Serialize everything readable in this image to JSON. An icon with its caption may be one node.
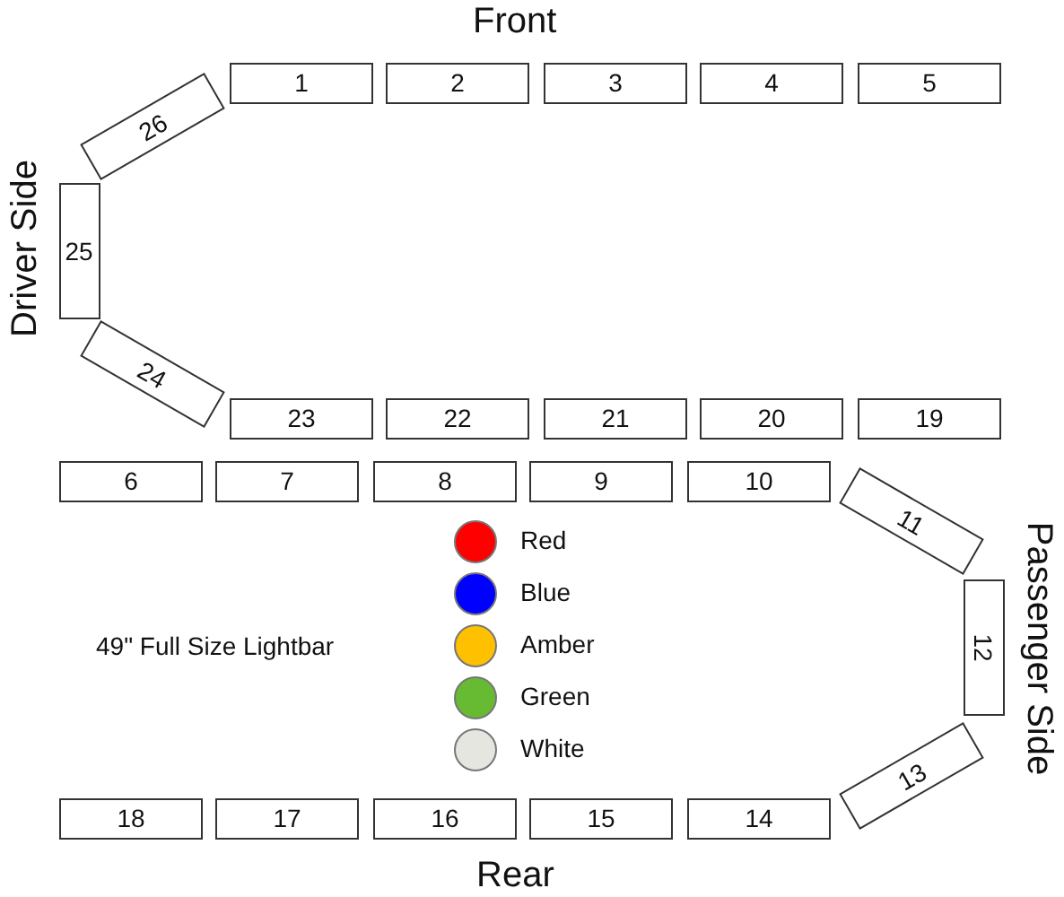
{
  "diagram": {
    "nodes": [
      {
        "text": [
          "1"
        ]
      },
      {
        "text": [
          "2"
        ]
      },
      {
        "text": [
          "3"
        ]
      },
      {
        "text": [
          "4"
        ]
      },
      {
        "text": [
          "5"
        ]
      },
      {
        "text": [
          "6"
        ]
      },
      {
        "text": [
          "7"
        ]
      },
      {
        "text": [
          "8"
        ]
      },
      {
        "text": [
          "9"
        ]
      },
      {
        "text": [
          "10"
        ]
      },
      {
        "text": [
          "11"
        ]
      },
      {
        "text": [
          "12"
        ]
      },
      {
        "text": [
          "13"
        ]
      },
      {
        "text": [
          "14"
        ]
      },
      {
        "text": [
          "15"
        ]
      },
      {
        "text": [
          "16"
        ]
      },
      {
        "text": [
          "17"
        ]
      },
      {
        "text": [
          "18"
        ]
      },
      {
        "text": [
          "19"
        ]
      },
      {
        "text": [
          "20"
        ]
      },
      {
        "text": [
          "21"
        ]
      },
      {
        "text": [
          "22"
        ]
      },
      {
        "text": [
          "23"
        ]
      },
      {
        "text": [
          "24"
        ]
      },
      {
        "text": [
          "25"
        ]
      },
      {
        "text": [
          "26"
        ]
      }
    ],
    "labels": [
      "Front",
      "Driver Side",
      "49\" Full Size Lightbar",
      "Passenger Side",
      "Rear"
    ],
    "legend": [
      {
        "text": "Red",
        "color": "#ff0000"
      },
      {
        "text": "Blue",
        "color": "#0000ff"
      },
      {
        "text": "Amber",
        "color": "#ffc000"
      },
      {
        "text": "Green",
        "color": "#66bb33"
      },
      {
        "text": "White",
        "color": "#e6e6e0"
      }
    ]
  }
}
